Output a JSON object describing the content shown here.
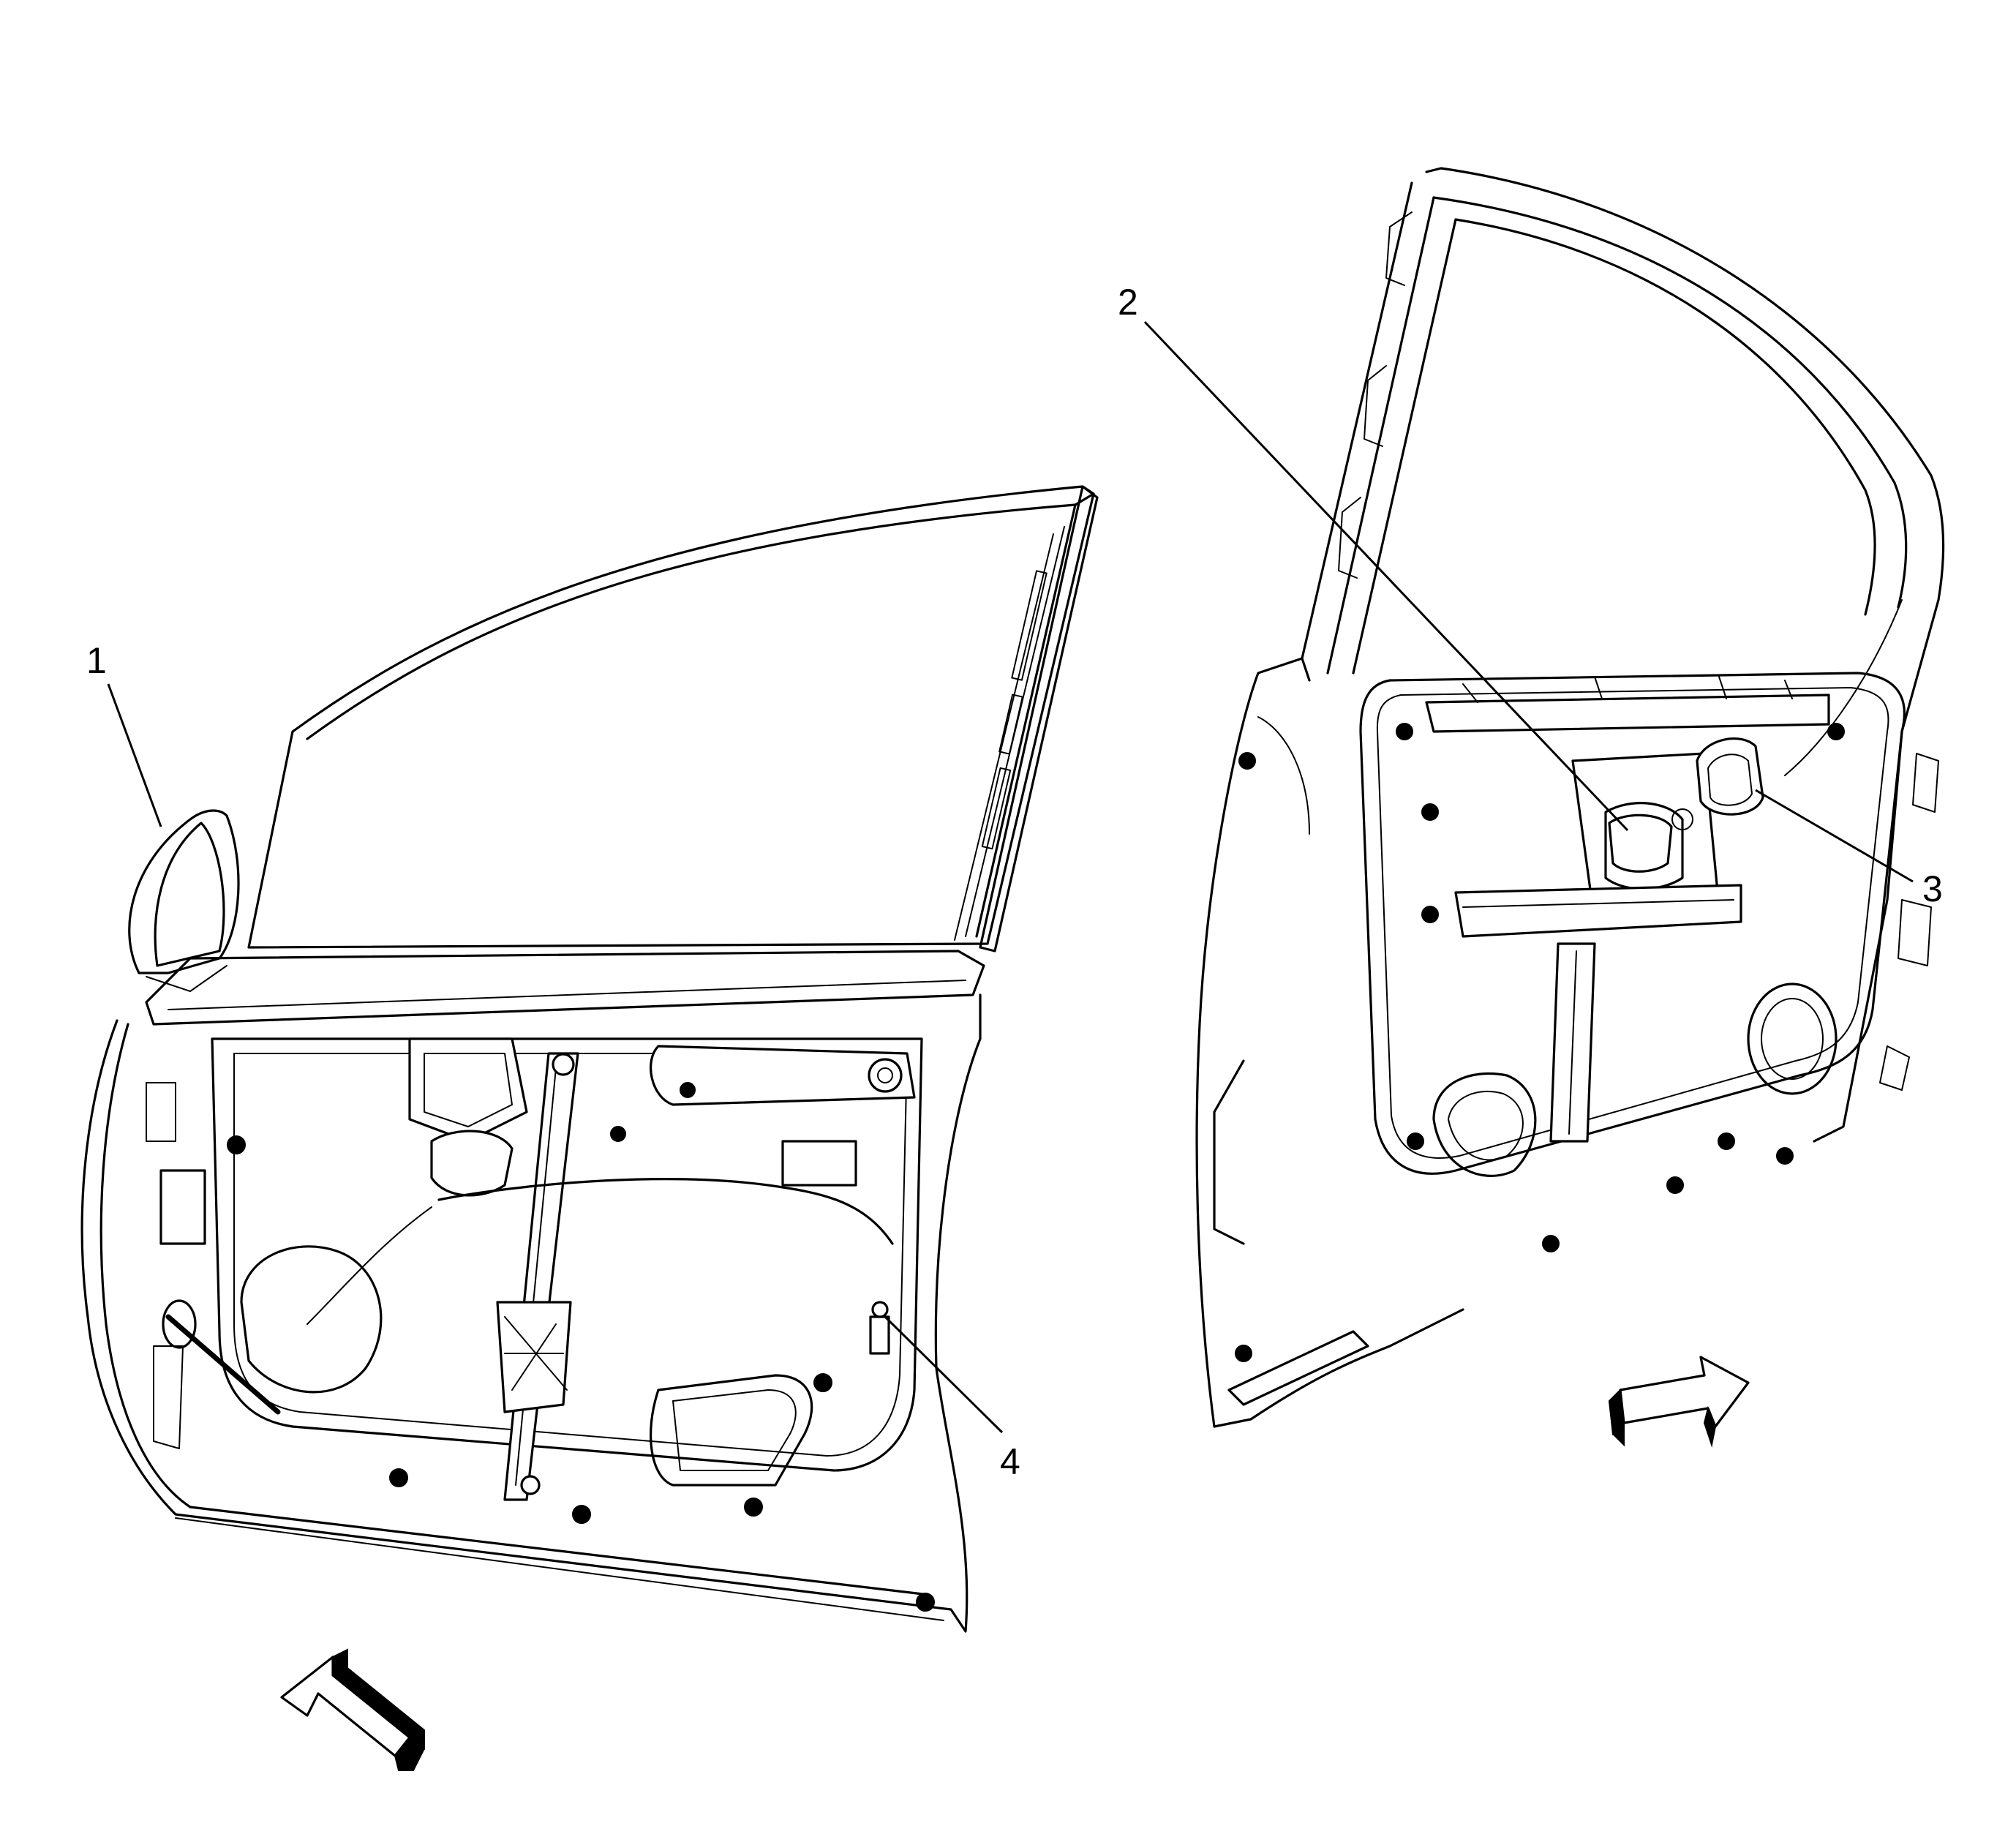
{
  "diagram": {
    "callouts": [
      {
        "id": 1,
        "label": "1",
        "part": "outside-mirror"
      },
      {
        "id": 2,
        "label": "2",
        "part": "window-regulator-motor"
      },
      {
        "id": 3,
        "label": "3",
        "part": "door-handle"
      },
      {
        "id": 4,
        "label": "4",
        "part": "window-regulator-bolt"
      }
    ],
    "views": [
      "front-door-outer-view",
      "front-door-inner-view"
    ],
    "arrows": [
      "front-direction-arrow-left",
      "front-direction-arrow-right"
    ]
  }
}
